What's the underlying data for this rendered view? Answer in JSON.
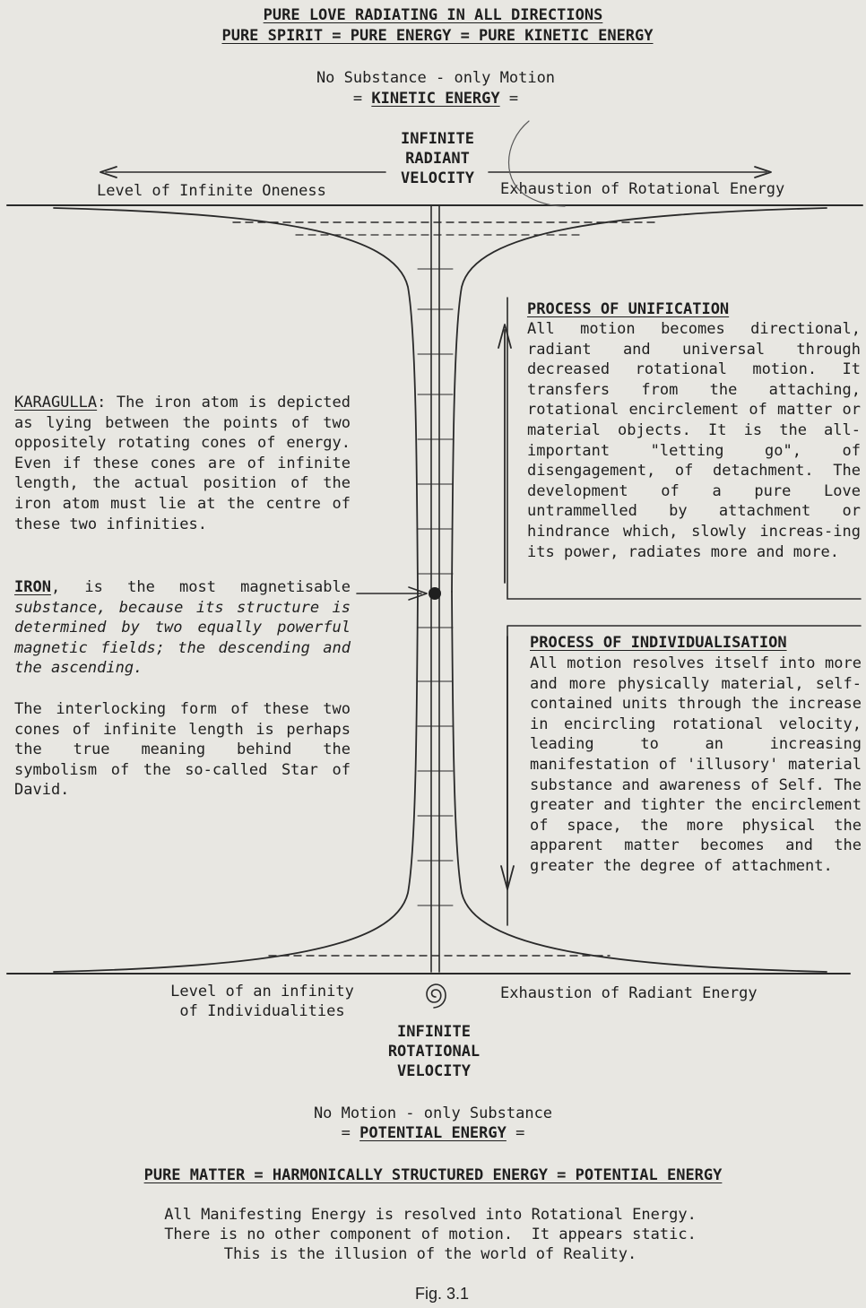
{
  "top": {
    "title1": "PURE LOVE RADIATING IN ALL DIRECTIONS",
    "title2": "PURE SPIRIT = PURE ENERGY = PURE KINETIC ENERGY",
    "line1": "No Substance - only Motion",
    "line2_pre": "= ",
    "line2_u": "KINETIC ENERGY",
    "line2_post": " ="
  },
  "axis_top": {
    "v1": "INFINITE",
    "v2": "RADIANT",
    "v3": "VELOCITY",
    "left_label": "Level of Infinite Oneness",
    "right_label": "Exhaustion of Rotational Energy"
  },
  "karagulla": {
    "head": "KARAGULLA",
    "text": ":  The iron atom is depicted as lying between the points of two oppositely rotating cones of energy.  Even if these cones are of infinite length, the actual position of the iron atom must lie at the centre of these two infinities."
  },
  "iron": {
    "head": "IRON",
    "text_a": ", is the most magnetisable",
    "text_b": "substance, because its structure is determined by two equally powerful magnetic fields; the descending and the ascending."
  },
  "interlock": {
    "text": "The interlocking form of these two cones of infinite length is perhaps the true meaning behind the symbolism of the so-called Star of David."
  },
  "unification": {
    "head": "PROCESS OF UNIFICATION",
    "text": "All motion becomes directional, radiant and universal through decreased rotational motion.  It transfers from the attaching, rotational encirclement of matter or material objects.  It is the all-important \"letting go\", of disengagement, of detachment. The development of a pure Love untrammelled by attachment or hindrance which, slowly increas-ing its power, radiates more and more."
  },
  "individualisation": {
    "head": "PROCESS OF INDIVIDUALISATION",
    "text": "All motion resolves itself into more and more physically material, self-contained units through the increase in encircling rotational velocity, leading to an increasing manifestation of 'illusory' material substance and awareness of Self.  The greater and tighter the encirclement of space, the more physical the apparent matter becomes and the greater the degree of attachment."
  },
  "axis_bottom": {
    "left1": "Level of an infinity",
    "left2": "of Individualities",
    "right_label": "Exhaustion of Radiant Energy",
    "v1": "INFINITE",
    "v2": "ROTATIONAL",
    "v3": "VELOCITY"
  },
  "bottom": {
    "line1": "No Motion - only Substance",
    "line2_pre": "= ",
    "line2_u": "POTENTIAL ENERGY",
    "line2_post": " =",
    "title": "PURE MATTER = HARMONICALLY STRUCTURED ENERGY = POTENTIAL ENERGY",
    "s1": "All Manifesting Energy is resolved into Rotational Energy.",
    "s2": "There is no other component of motion.  It appears static.",
    "s3": "This is the illusion of the world of Reality."
  },
  "caption": "Fig. 3.1"
}
